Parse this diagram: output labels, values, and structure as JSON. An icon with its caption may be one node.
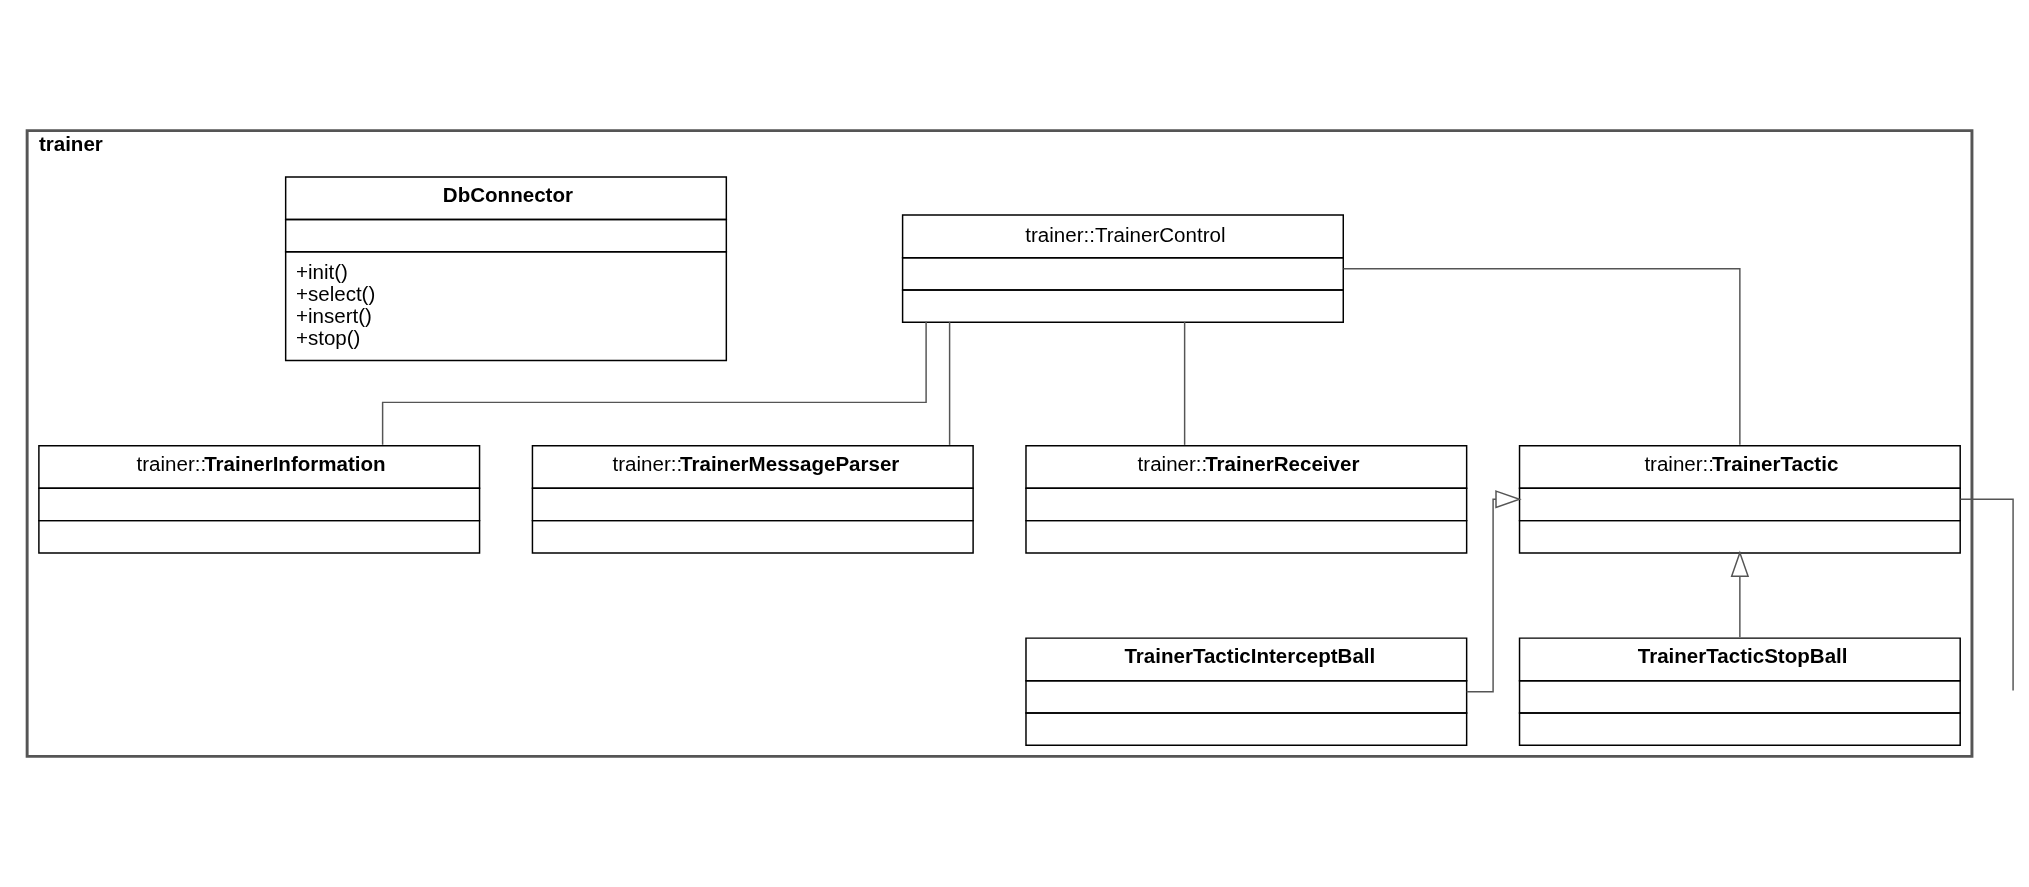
{
  "diagram": {
    "nodes": [
      {
        "text": [
          "trainer"
        ]
      },
      {
        "text": [
          "trainer::TrainerControl"
        ],
        "in": 0
      },
      {
        "text": [
          "trainer::**TrainerInformation**"
        ],
        "in": 0
      },
      {
        "text": [
          "trainer::**TrainerMessageParser**"
        ],
        "in": 0
      },
      {
        "text": [
          "trainer::**TrainerReceiver**"
        ],
        "in": 0
      },
      {
        "text": [
          "trainer::**TrainerTactic**"
        ],
        "in": 0
      },
      {
        "text": [
          "**DbConnector**",
          "+init()",
          "+select()",
          "+insert()",
          "+stop()"
        ],
        "in": 0
      },
      {
        "text": [
          "**TrainerTacticInterceptBall**"
        ],
        "in": 0
      },
      {
        "text": [
          "**TrainerTacticStopBall**"
        ],
        "in": 0
      }
    ],
    "edges": [
      {
        "from": 1,
        "to": 2,
        "arrow": "none"
      },
      {
        "from": 1,
        "to": 3,
        "arrow": "none"
      },
      {
        "from": 1,
        "to": 4,
        "arrow": "none"
      },
      {
        "from": 1,
        "to": 5,
        "arrow": "none"
      },
      {
        "from": 7,
        "to": 5,
        "arrow": "to"
      },
      {
        "from": 8,
        "to": 5,
        "arrow": "to"
      },
      {
        "from": 5,
        "to": null,
        "arrow": "none"
      }
    ]
  }
}
